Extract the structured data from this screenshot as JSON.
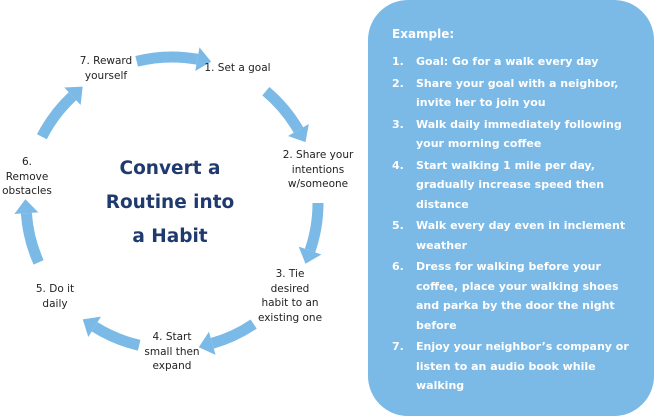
{
  "diagram": {
    "title": "Convert a\nRoutine into\na Habit",
    "steps": [
      "1. Set a goal",
      "2. Share your\nintentions\nw/someone",
      "3. Tie\ndesired\nhabit to an\nexisting one",
      "4. Start\nsmall then\nexpand",
      "5. Do it\ndaily",
      "6. Remove\nobstacles",
      "7. Reward\nyourself"
    ],
    "arrow_color": "#7bb9e6",
    "title_color": "#1f3a6e"
  },
  "example": {
    "heading": "Example:",
    "items": [
      {
        "num": "1.",
        "text": "Goal: Go for a walk every day"
      },
      {
        "num": "2.",
        "text": "Share your goal with a neighbor, invite her to join you"
      },
      {
        "num": "3.",
        "text": "Walk daily immediately following your morning coffee"
      },
      {
        "num": "4.",
        "text": "Start walking 1 mile per day, gradually increase speed then distance"
      },
      {
        "num": "5.",
        "text": "Walk every day even in inclement weather"
      },
      {
        "num": "6.",
        "text": "Dress for walking before your coffee, place your walking shoes and parka by the door the night before"
      },
      {
        "num": "7.",
        "text": "Enjoy your neighbor’s company or listen to an audio book while walking"
      }
    ],
    "panel_color": "#7bb9e6"
  }
}
